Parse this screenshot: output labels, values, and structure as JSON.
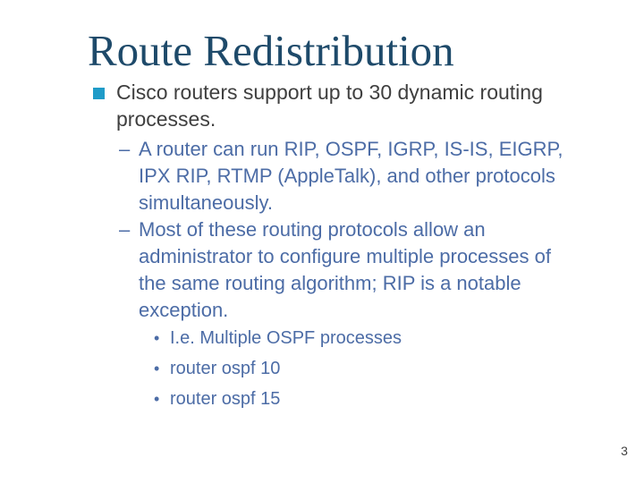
{
  "slide": {
    "title": "Route Redistribution",
    "page_number": "3",
    "colors": {
      "title": "#1E4A6A",
      "bullet_square": "#1F9BC8",
      "body_text": "#3F3F3F",
      "sub_text": "#4C6CA6"
    },
    "bullets": {
      "level1": {
        "marker_icon": "square-bullet-icon",
        "text": "Cisco routers support up to 30 dynamic routing\nprocesses."
      },
      "level2": [
        {
          "marker": "–",
          "text": "A router can run RIP, OSPF, IGRP, IS-IS, EIGRP,\nIPX RIP, RTMP (AppleTalk), and other protocols\nsimultaneously."
        },
        {
          "marker": "–",
          "text": "Most of these routing protocols allow an\nadministrator to configure multiple processes of\nthe same routing algorithm; RIP is a notable\nexception."
        }
      ],
      "level3": [
        {
          "marker": "•",
          "text": "I.e. Multiple OSPF processes"
        },
        {
          "marker": "•",
          "text": "router ospf 10"
        },
        {
          "marker": "•",
          "text": "router ospf 15"
        }
      ]
    }
  }
}
